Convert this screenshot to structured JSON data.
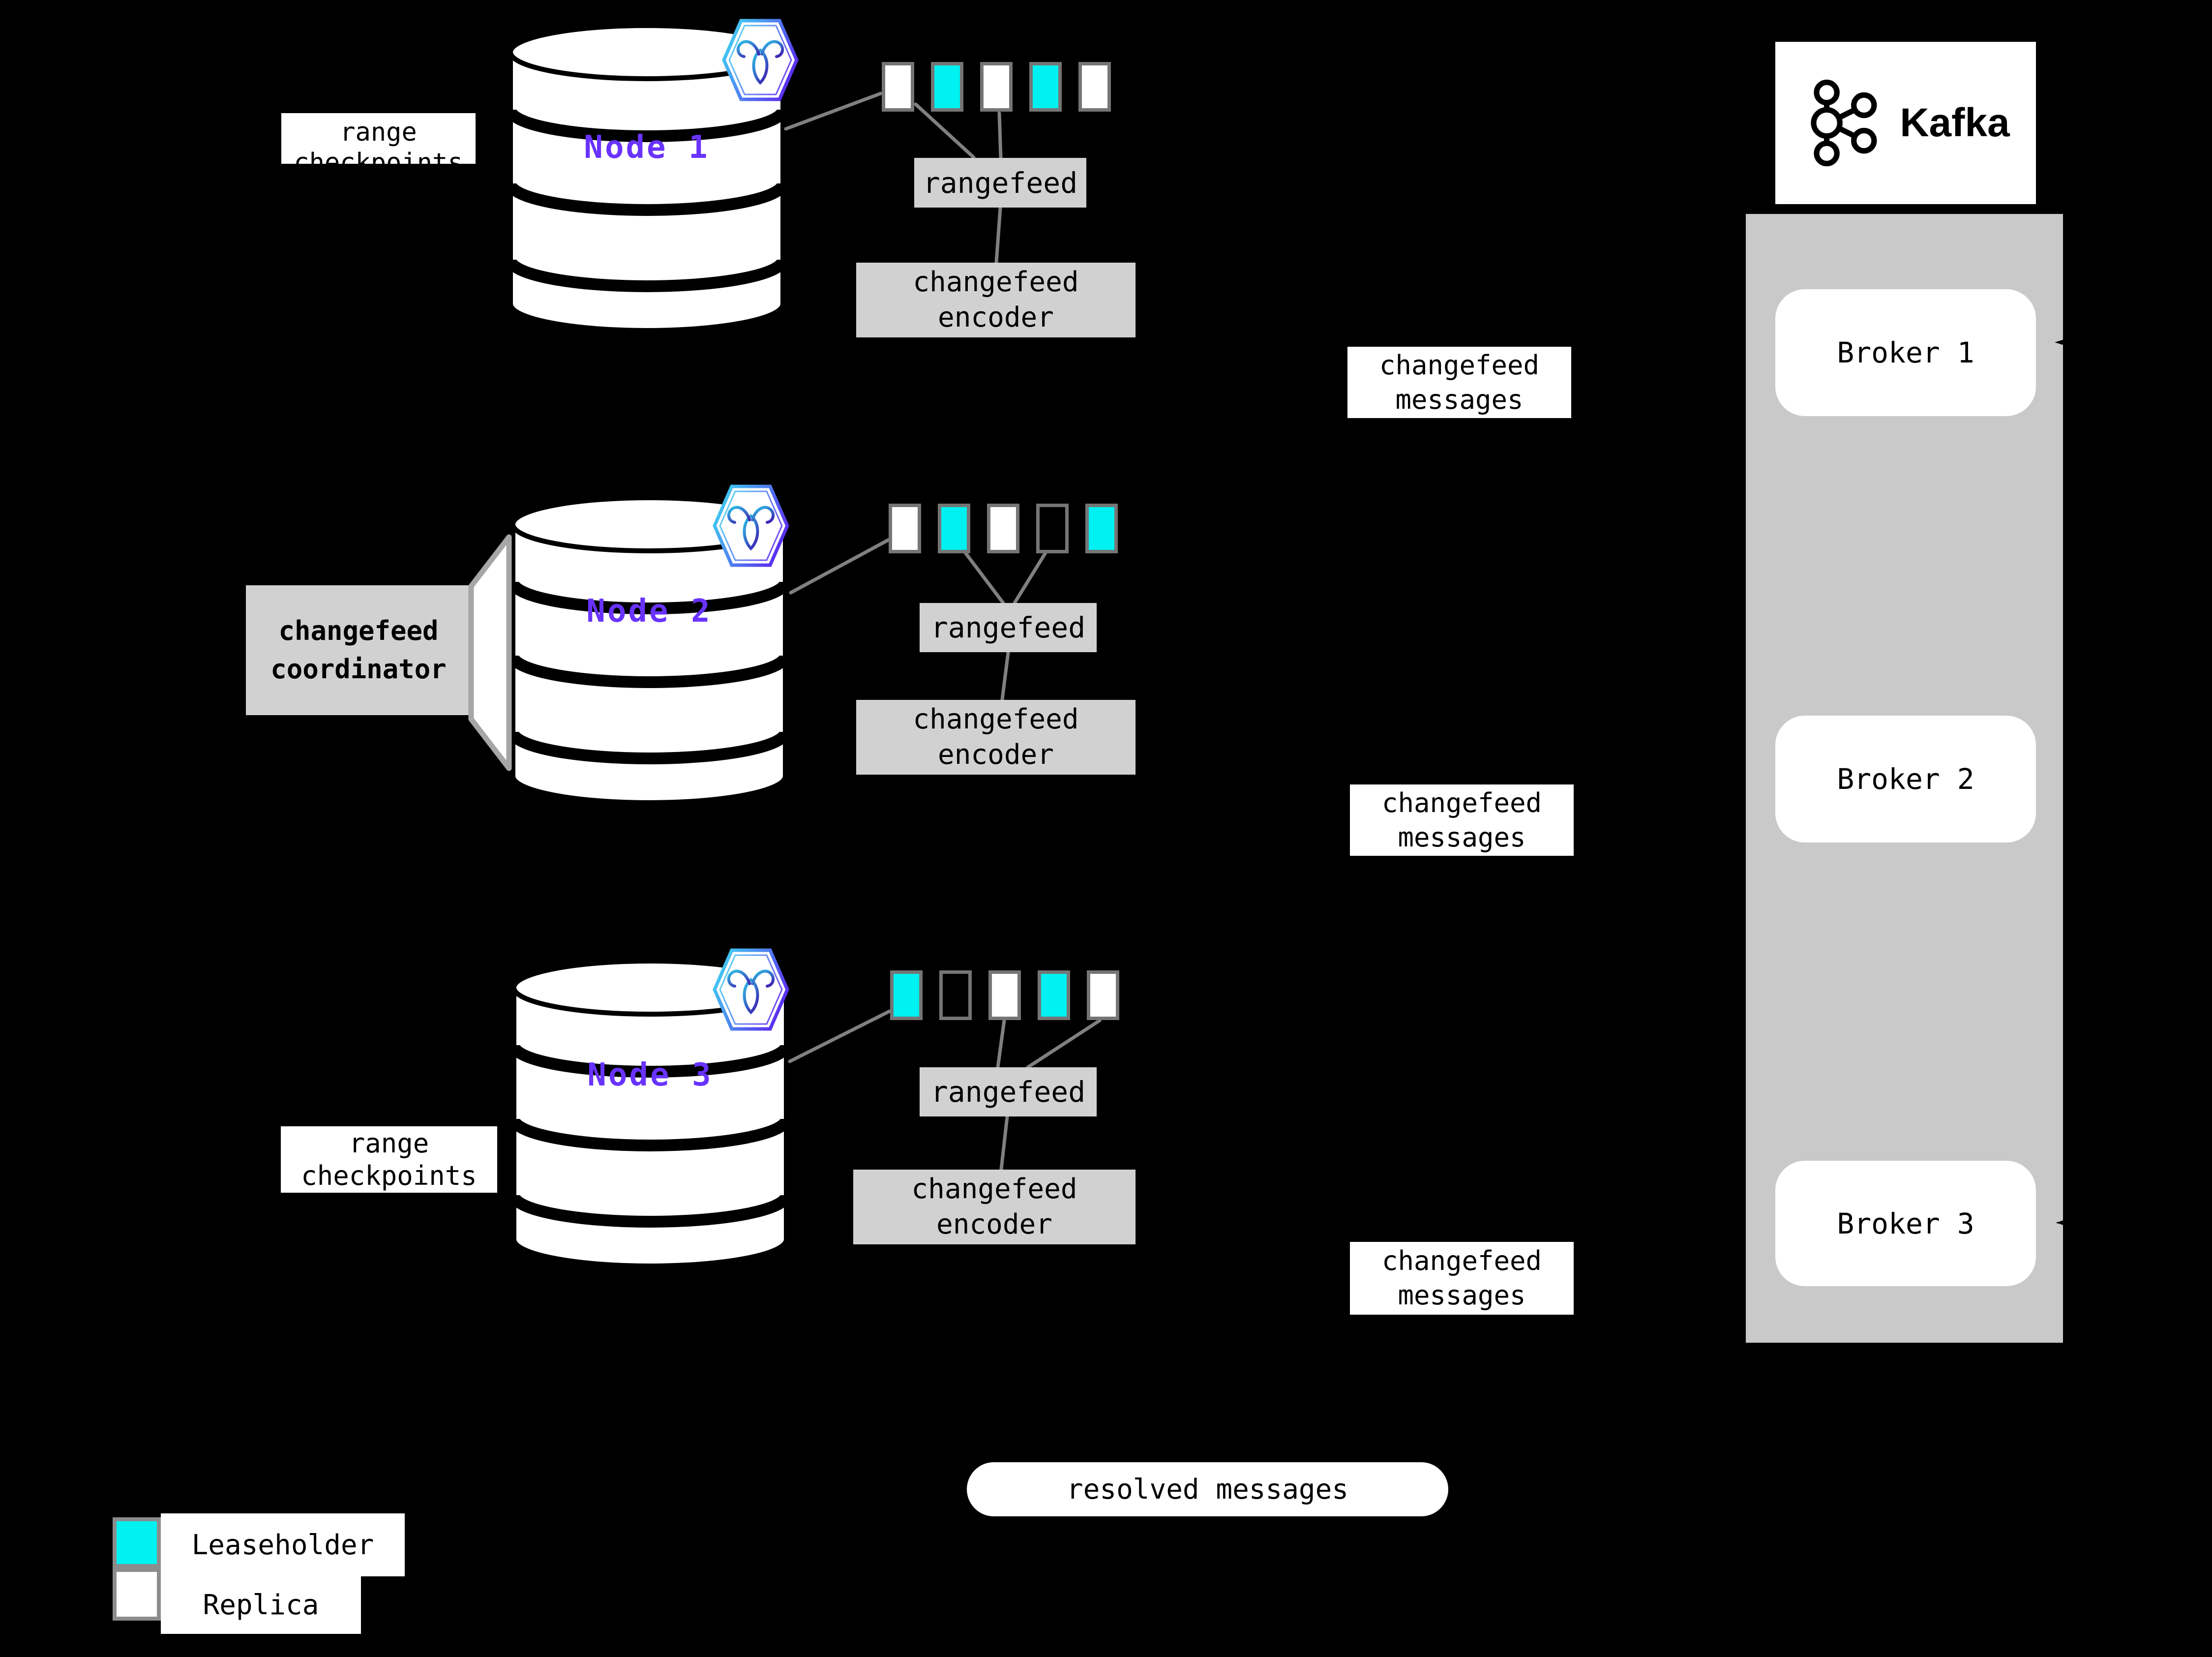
{
  "colors": {
    "background": "#000000",
    "leaseholder": "#00f1f1",
    "replica": "#ffffff",
    "empty": "transparent",
    "node_text": "#6933ff",
    "gray_box": "#d1d1d1",
    "broker_container": "#c9c9c9",
    "connector_line": "#808080"
  },
  "nodes": [
    {
      "label": "Node 1",
      "checkpoint_label": "range checkpoints",
      "rangefeed_label": "rangefeed",
      "encoder_label": "changefeed encoder",
      "messages_label": "changefeed messages",
      "ranges": [
        "replica",
        "leaseholder",
        "replica",
        "leaseholder",
        "replica"
      ]
    },
    {
      "label": "Node 2",
      "coordinator_label": "changefeed coordinator",
      "rangefeed_label": "rangefeed",
      "encoder_label": "changefeed encoder",
      "messages_label": "changefeed messages",
      "ranges": [
        "replica",
        "leaseholder",
        "replica",
        "empty",
        "leaseholder"
      ]
    },
    {
      "label": "Node 3",
      "checkpoint_label": "range checkpoints",
      "rangefeed_label": "rangefeed",
      "encoder_label": "changefeed encoder",
      "messages_label": "changefeed messages",
      "ranges": [
        "leaseholder",
        "empty",
        "replica",
        "leaseholder",
        "replica"
      ]
    }
  ],
  "kafka": {
    "logo_text": "Kafka",
    "brokers": [
      "Broker 1",
      "Broker 2",
      "Broker 3"
    ]
  },
  "resolved_label": "resolved messages",
  "legend": [
    {
      "swatch": "leaseholder",
      "label": "Leaseholder"
    },
    {
      "swatch": "replica",
      "label": "Replica"
    }
  ]
}
